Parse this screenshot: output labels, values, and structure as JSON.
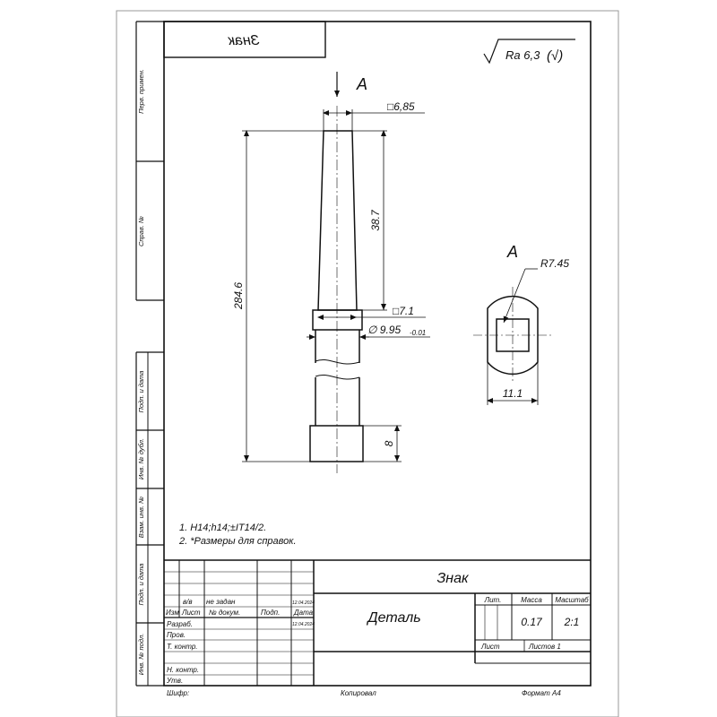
{
  "title_mirrored": "Знак",
  "roughness": {
    "param": "Ra 6,3",
    "mark": "(√)"
  },
  "view_label": "A",
  "section_label": "A",
  "dims": {
    "square_top": "□6,85",
    "length_total": "284.6",
    "taper_length": "38.7",
    "square_mid": "□7.1",
    "diameter": "∅ 9.95",
    "diameter_tol": "-0.01",
    "head_height": "8",
    "radius": "R7.45",
    "width": "11.1"
  },
  "notes": [
    "1. H14;h14;±IT14/2.",
    "2. *Размеры для справок."
  ],
  "side_labels": [
    "Перв. примен.",
    "Справ. №",
    "Подп. и дата",
    "Инв. № дубл.",
    "Взам. инв. №",
    "Подп. и дата",
    "Инв. № подл."
  ],
  "title_block": {
    "designation": "Знак",
    "name": "Деталь",
    "col_lit": "Лит.",
    "col_mass": "Масса",
    "col_scale": "Масштаб",
    "mass": "0.17",
    "scale": "2:1",
    "sheet": "Лист",
    "sheets": "Листов 1",
    "rv": "в/в",
    "not_set": "не задан",
    "date1": "12.04.2024",
    "date2": "12.04.2024",
    "h_izm": "Изм",
    "h_list": "Лист",
    "h_doc": "№ докум.",
    "h_sign": "Подп.",
    "h_date": "Дата",
    "r_razrab": "Разраб.",
    "r_prov": "Пров.",
    "r_tkontr": "Т. контр.",
    "r_nkontr": "Н. контр.",
    "r_utv": "Утв."
  },
  "footer": {
    "cipher": "Шифр:",
    "copied": "Копировал",
    "format": "Формат А4"
  }
}
